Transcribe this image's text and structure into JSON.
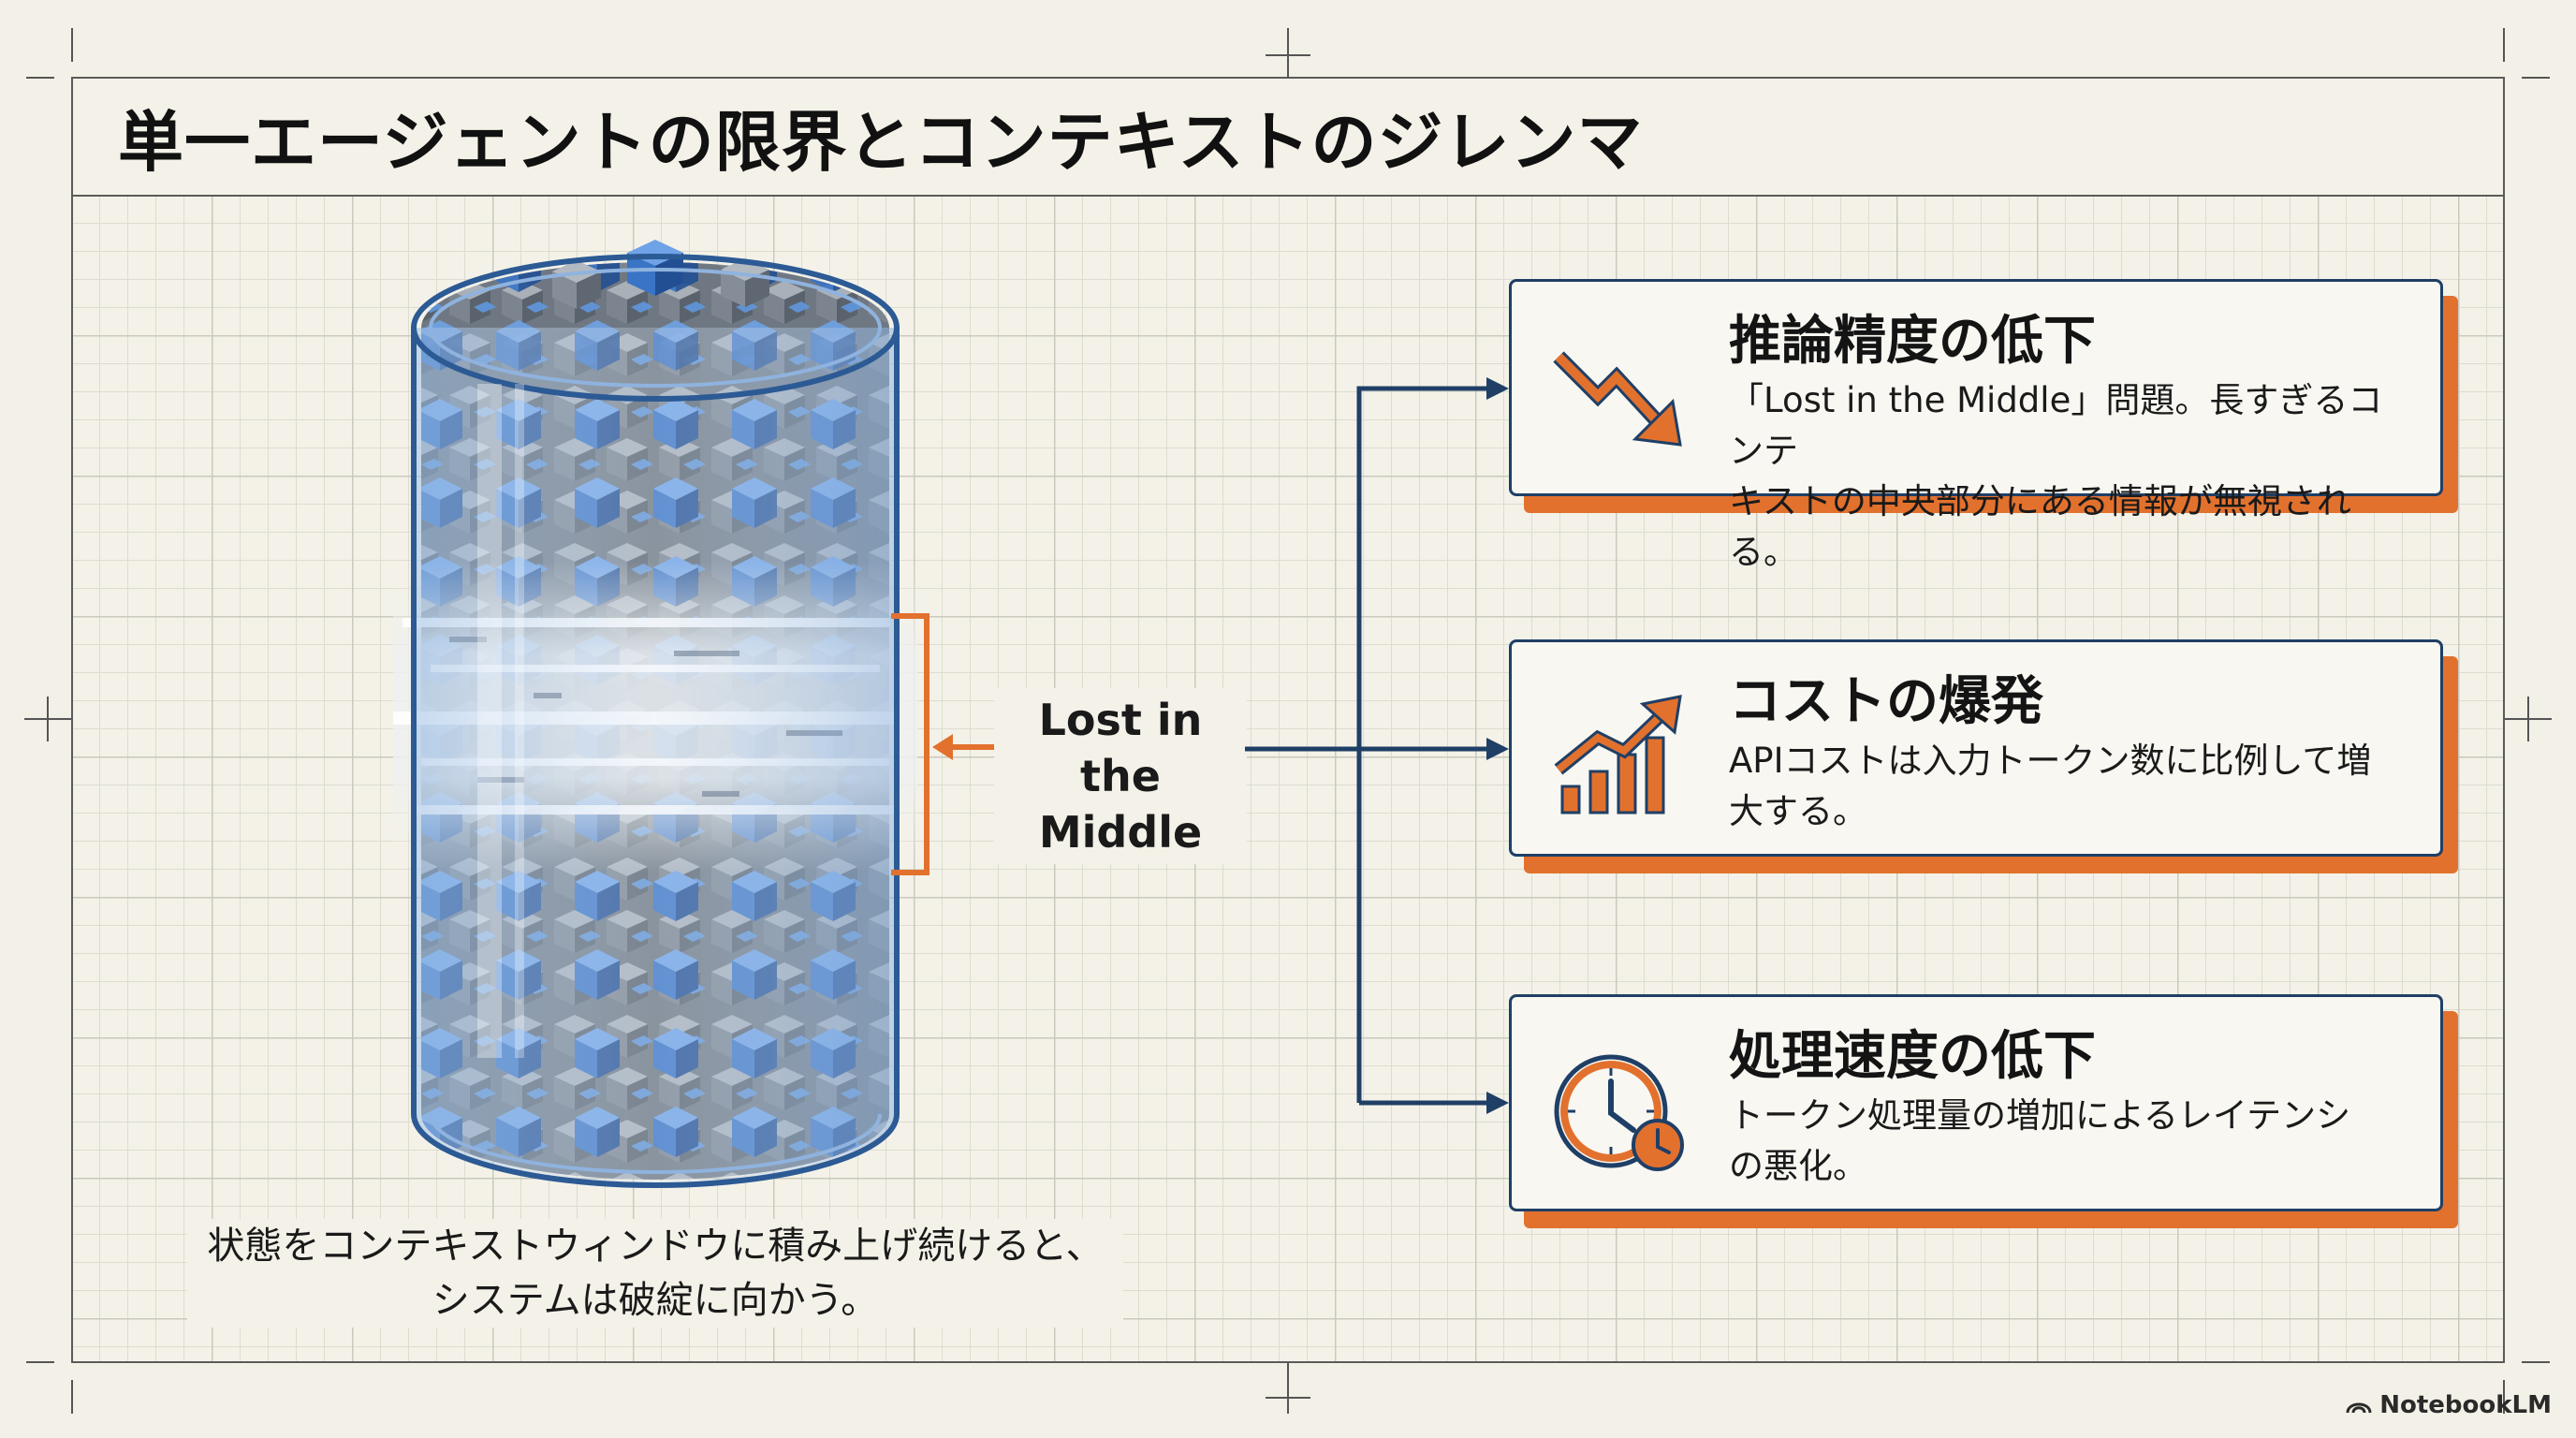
{
  "title": "単一エージェントの限界とコンテキストのジレンマ",
  "cylinder": {
    "middle_label_line1": "Lost in the",
    "middle_label_line2": "Middle",
    "caption_line1": "状態をコンテキストウィンドウに積み上げ続けると、",
    "caption_line2": "システムは破綻に向かう。"
  },
  "cards": [
    {
      "icon": "downtrend-arrow-icon",
      "heading": "推論精度の低下",
      "body_line1": "「Lost in the Middle」問題。長すぎるコンテ",
      "body_line2": "キストの中央部分にある情報が無視される。"
    },
    {
      "icon": "rising-bar-chart-icon",
      "heading": "コストの爆発",
      "body_line1": "APIコストは入力トークン数に比例して増",
      "body_line2": "大する。"
    },
    {
      "icon": "clock-icon",
      "heading": "処理速度の低下",
      "body_line1": "トークン処理量の増加によるレイテンシ",
      "body_line2": "の悪化。"
    }
  ],
  "brand": "NotebookLM",
  "colors": {
    "navy": "#1f3f66",
    "orange": "#e2712e",
    "cube_blue": "#2f6fc4",
    "cube_gray": "#7d8590"
  }
}
